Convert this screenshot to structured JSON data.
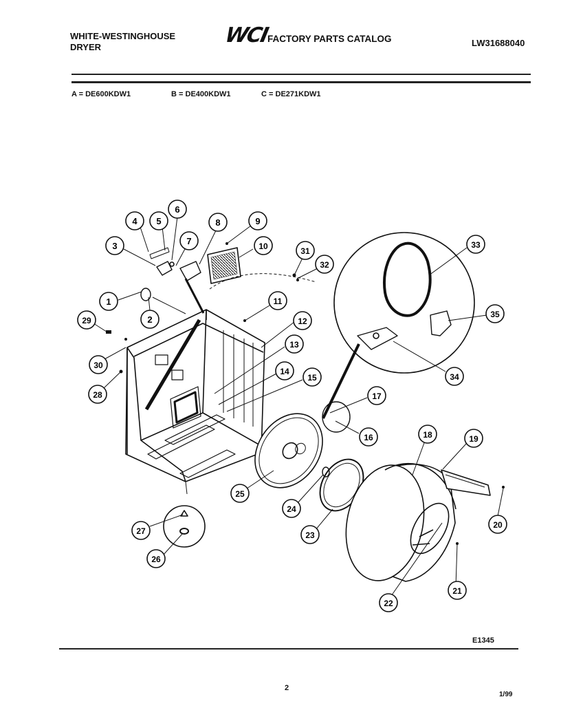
{
  "header": {
    "brand_line1": "WHITE-WESTINGHOUSE",
    "brand_line2": "DRYER",
    "logo": "WCI",
    "catalog_title": "FACTORY PARTS CATALOG",
    "catalog_number": "LW31688040"
  },
  "models": [
    {
      "key": "A",
      "sep": "=",
      "model": "DE600KDW1"
    },
    {
      "key": "B",
      "sep": "=",
      "model": "DE400KDW1"
    },
    {
      "key": "C",
      "sep": "=",
      "model": "DE271KDW1"
    }
  ],
  "diagram": {
    "callouts": [
      "1",
      "2",
      "3",
      "4",
      "5",
      "6",
      "7",
      "8",
      "9",
      "10",
      "11",
      "12",
      "13",
      "14",
      "15",
      "16",
      "17",
      "18",
      "19",
      "20",
      "21",
      "22",
      "23",
      "24",
      "25",
      "26",
      "27",
      "28",
      "29",
      "30",
      "31",
      "32",
      "33",
      "34",
      "35"
    ]
  },
  "footer": {
    "drawing_code": "E1345",
    "page_number": "2",
    "date": "1/99"
  }
}
